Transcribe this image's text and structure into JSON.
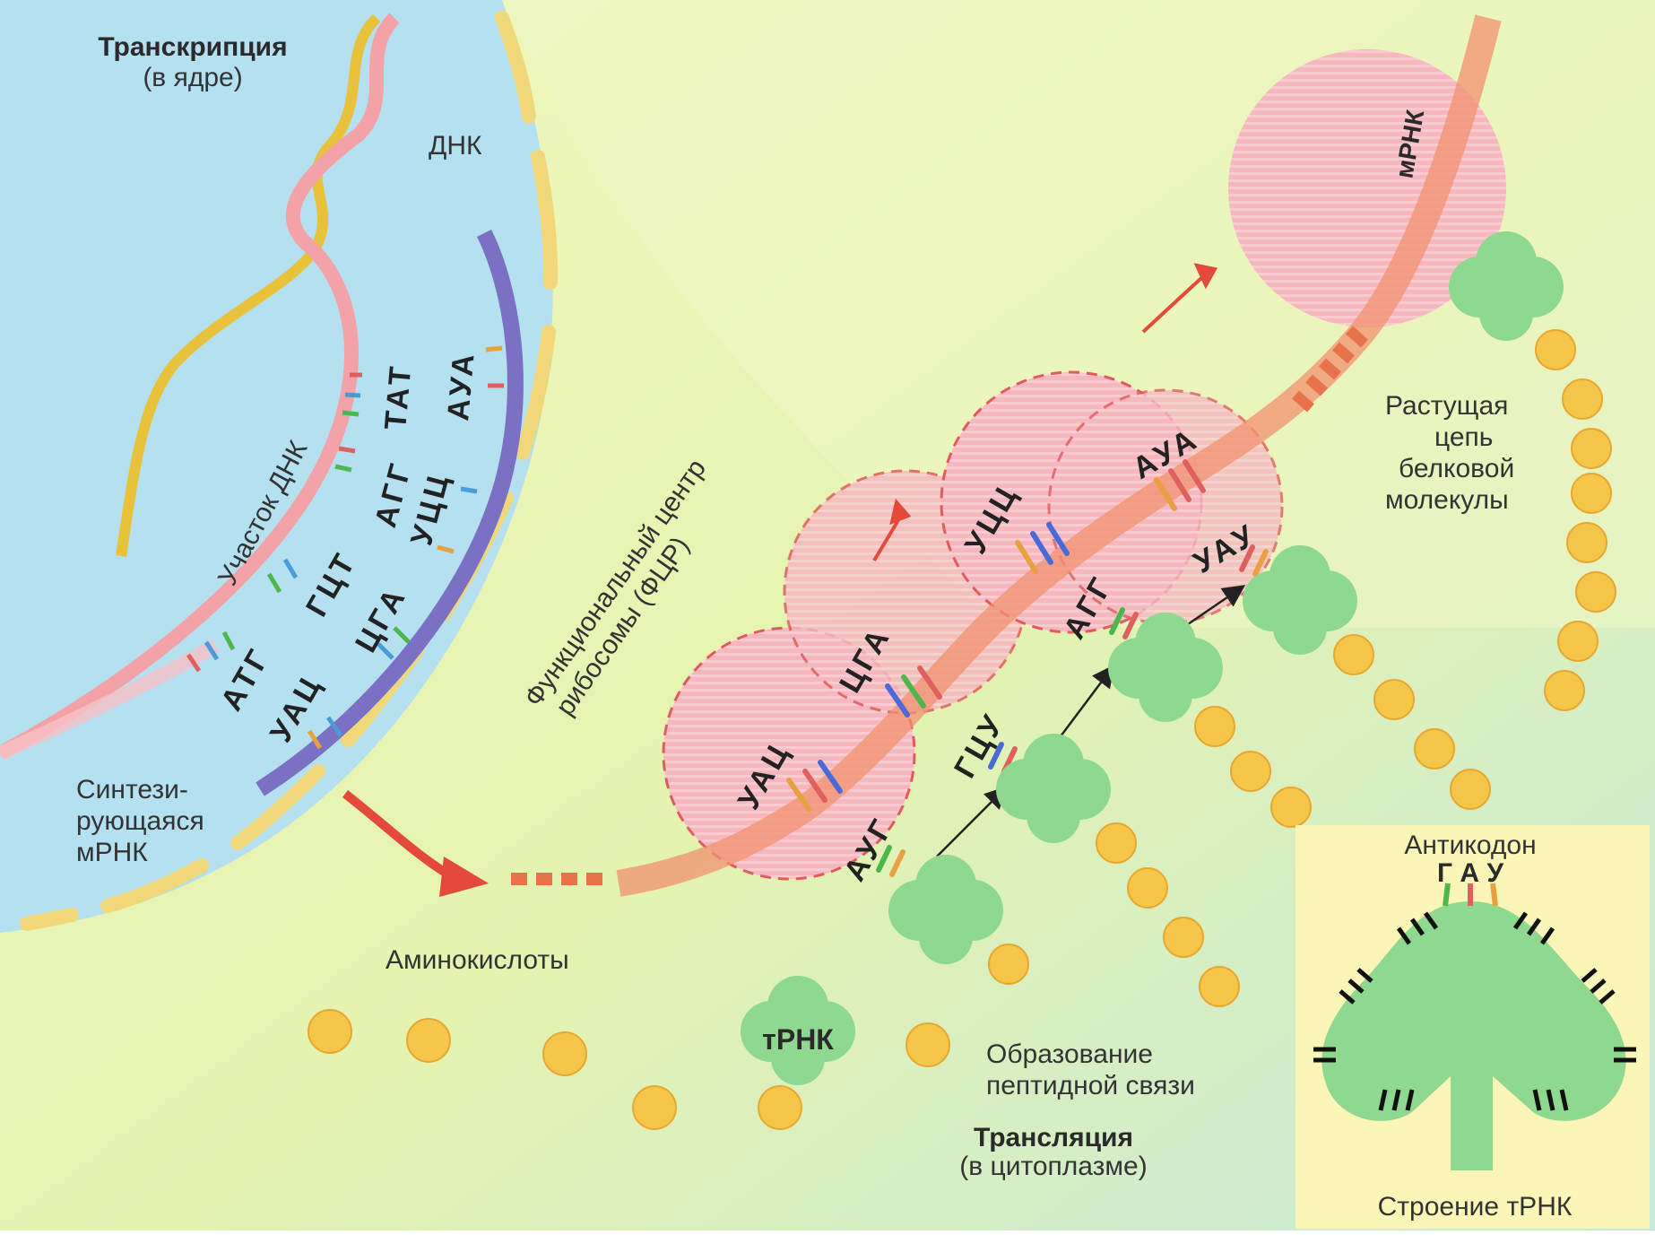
{
  "transcription": {
    "title": "Транскрипция",
    "subtitle": "(в ядре)"
  },
  "labels": {
    "dna": "ДНК",
    "dna_segment": "Участок ДНК",
    "synth_mrna_1": "Синтези-",
    "synth_mrna_2": "рующаяся",
    "synth_mrna_3": "мРНК",
    "frc_1": "Функциональный центр",
    "frc_2": "рибосомы (ФЦР)",
    "mrna": "мРНК",
    "growing_1": "Растущая",
    "growing_2": "цепь",
    "growing_3": "белковой",
    "growing_4": "молекулы",
    "amino_acids": "Аминокислоты",
    "trna": "тРНК",
    "peptide_1": "Образование",
    "peptide_2": "пептидной связи"
  },
  "translation": {
    "title": "Трансляция",
    "subtitle": "(в цитоплазме)"
  },
  "dna_codons": {
    "coding": [
      "АТГ",
      "ГЦТ",
      "АГГ",
      "ТАТ"
    ],
    "template": [
      "УАЦ",
      "ЦГА",
      "УЦЦ",
      "АУА"
    ]
  },
  "ribosome_codons": {
    "upper": [
      "УАЦ",
      "ЦГА",
      "УЦЦ",
      "АУА"
    ],
    "lower": [
      "АУГ",
      "ГЦУ",
      "АГГ",
      "УАУ"
    ]
  },
  "inset": {
    "anticodon_label": "Антикодон",
    "anticodon": "Г А У",
    "caption": "Строение тРНК"
  },
  "colors": {
    "nucleus": "#b5e0f0",
    "cytoplasm": "#eaf4b8",
    "membrane": "#f0d77a",
    "ribosome": "#f7bcc4",
    "trna": "#8fd88f",
    "amino_acid": "#f6c64a",
    "mrna": "#f08a6a",
    "inset_bg": "#fbf6b8"
  }
}
